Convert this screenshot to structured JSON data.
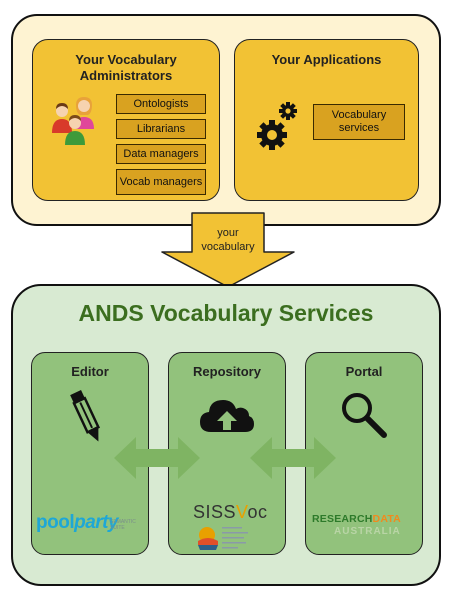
{
  "top": {
    "admins": {
      "title_line1": "Your Vocabulary",
      "title_line2": "Administrators",
      "roles": [
        "Ontologists",
        "Librarians",
        "Data managers",
        "Vocab managers"
      ]
    },
    "apps": {
      "title": "Your Applications",
      "service_line1": "Vocabulary",
      "service_line2": "services"
    }
  },
  "arrow": {
    "label_line1": "your",
    "label_line2": "vocabulary"
  },
  "ands": {
    "title": "ANDS Vocabulary Services",
    "columns": [
      {
        "title": "Editor",
        "icon": "pencil-icon"
      },
      {
        "title": "Repository",
        "icon": "cloud-upload-icon"
      },
      {
        "title": "Portal",
        "icon": "magnifier-icon"
      }
    ],
    "logos": {
      "poolparty_a": "pool",
      "poolparty_b": "party",
      "poolparty_sub_line1": "SEMANTIC",
      "poolparty_sub_line2": "SUITE",
      "sissvoc_a": "SISS",
      "sissvoc_v": "V",
      "sissvoc_b": "oc",
      "research": "RESEARCH",
      "data": "DATA",
      "australia": "AUSTRALIA"
    }
  },
  "colors": {
    "top_panel": "#fef3d2",
    "yellow_box": "#f2c234",
    "role_box": "#d9a220",
    "arrow": "#f2c234",
    "bottom_panel": "#d8ead2",
    "green_column": "#92c27c",
    "title_green": "#3b6e1f",
    "double_arrow": "#7fb463"
  }
}
